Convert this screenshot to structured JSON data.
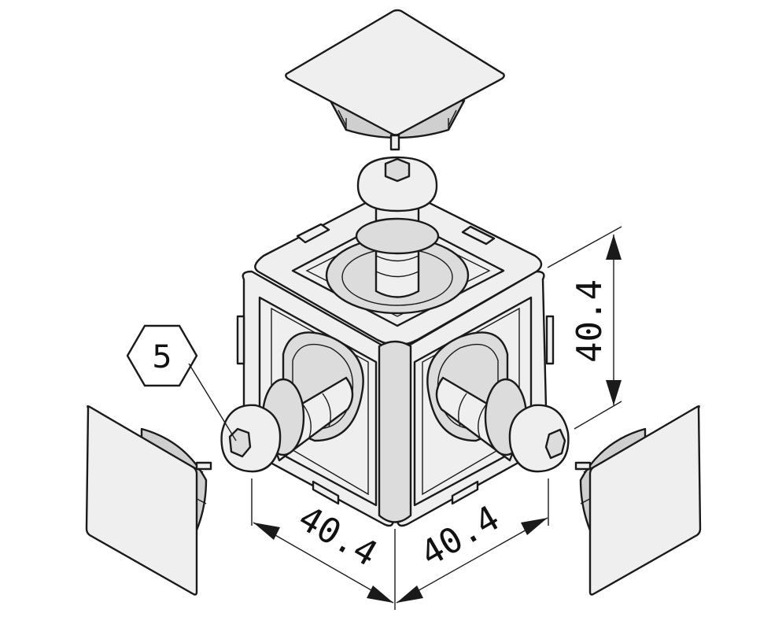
{
  "drawing": {
    "callout": {
      "label": "5"
    },
    "dimensions": {
      "height": "40.4",
      "width_left": "40.4",
      "width_right": "40.4"
    }
  },
  "colors": {
    "line": "#1a1a1a",
    "part_fill": "#efefef",
    "part_shade": "#dcdcdc",
    "background": "#ffffff"
  }
}
